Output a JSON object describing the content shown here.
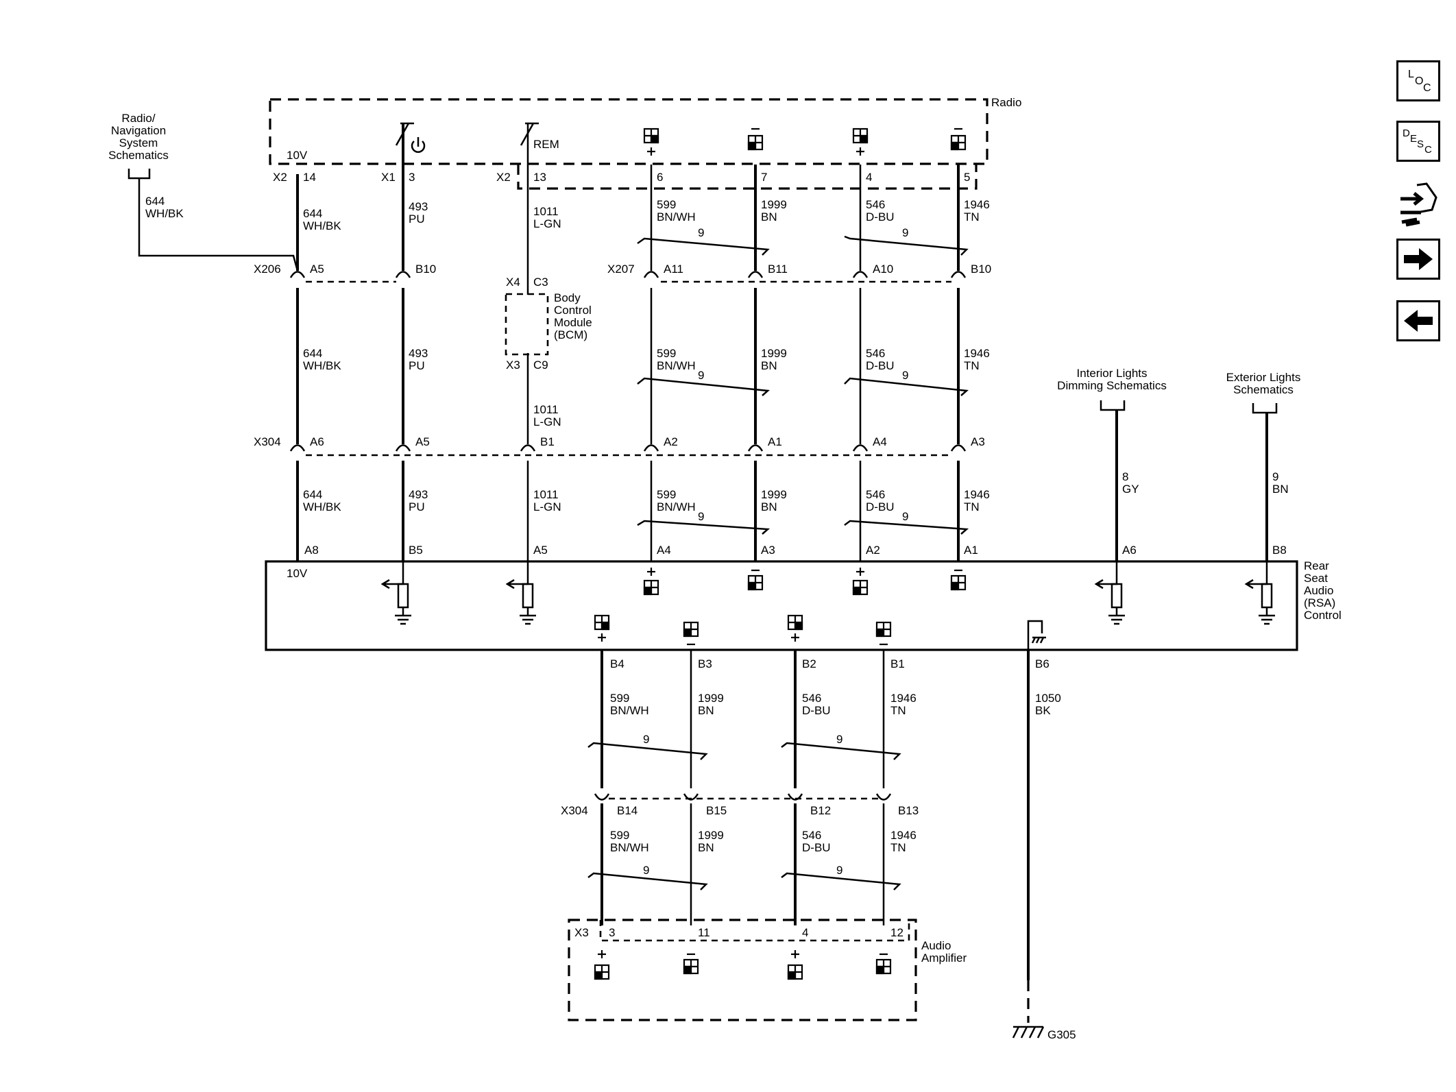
{
  "blocks": {
    "radio": "Radio",
    "rsa": [
      "Rear",
      "Seat",
      "Audio",
      "(RSA)",
      "Control"
    ],
    "bcm": [
      "Body",
      "Control",
      "Module",
      "(BCM)"
    ],
    "amp": [
      "Audio",
      "Amplifier"
    ]
  },
  "refs": {
    "nav": [
      "Radio/",
      "Navigation",
      "System",
      "Schematics"
    ],
    "interior": [
      "Interior Lights",
      "Dimming Schematics"
    ],
    "exterior": [
      "Exterior Lights",
      "Schematics"
    ]
  },
  "ground": "G305",
  "radio_terms": {
    "v10": "10V",
    "rem": "REM"
  },
  "rsa_terms": {
    "v10": "10V"
  },
  "connectors": {
    "x2": "X2",
    "x1": "X1",
    "x2b": "X2",
    "x206": "X206",
    "x207": "X207",
    "x4": "X4",
    "x3bcm": "X3",
    "x304": "X304",
    "x304b": "X304",
    "x3": "X3"
  },
  "pins": {
    "radio": [
      "14",
      "3",
      "13",
      "6",
      "7",
      "4",
      "5"
    ],
    "x206": [
      "A5",
      "B10"
    ],
    "x207": [
      "A11",
      "B11",
      "A10",
      "B10"
    ],
    "bcm": [
      "C3",
      "C9"
    ],
    "x304": [
      "A6",
      "A5",
      "B1",
      "A2",
      "A1",
      "A4",
      "A3"
    ],
    "rsa_top": [
      "A8",
      "B5",
      "A5",
      "A4",
      "A3",
      "A2",
      "A1",
      "A6",
      "B8"
    ],
    "rsa_bottom": [
      "B4",
      "B3",
      "B2",
      "B1",
      "B6"
    ],
    "x304b": [
      "B14",
      "B15",
      "B12",
      "B13"
    ],
    "amp": [
      "3",
      "11",
      "4",
      "12"
    ]
  },
  "wires": {
    "nav": [
      "644",
      "WH/BK"
    ],
    "c1": [
      "644",
      "WH/BK"
    ],
    "c2": [
      "493",
      "PU"
    ],
    "c3": [
      "1011",
      "L-GN"
    ],
    "c4": [
      "599",
      "BN/WH"
    ],
    "c5": [
      "1999",
      "BN"
    ],
    "c6": [
      "546",
      "D-BU"
    ],
    "c7": [
      "1946",
      "TN"
    ],
    "int": [
      "8",
      "GY"
    ],
    "ext": [
      "9",
      "BN"
    ],
    "b1": [
      "599",
      "BN/WH"
    ],
    "b2": [
      "1999",
      "BN"
    ],
    "b3": [
      "546",
      "D-BU"
    ],
    "b4": [
      "1946",
      "TN"
    ],
    "gnd": [
      "1050",
      "BK"
    ]
  },
  "twist": "9",
  "side_buttons": [
    "LOC",
    "DESC",
    "connector-views",
    "next-page",
    "previous-page"
  ]
}
